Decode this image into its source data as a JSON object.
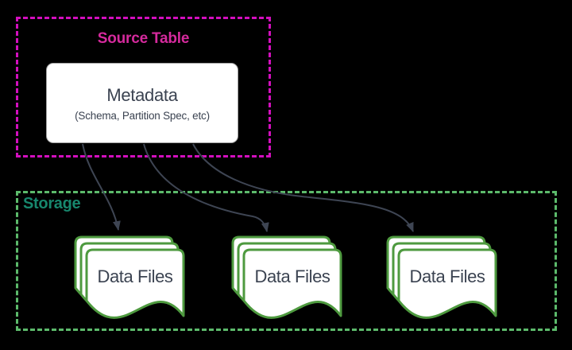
{
  "diagram": {
    "background_color": "#000000",
    "source_table": {
      "label": "Source Table",
      "label_color": "#d62a9d",
      "border_color": "#d30fbe",
      "metadata": {
        "title": "Metadata",
        "subtitle": "(Schema, Partition Spec, etc)",
        "fill_color": "#ffffff",
        "text_color": "#3b4351"
      }
    },
    "storage": {
      "label": "Storage",
      "label_color": "#17876d",
      "border_color": "#5cba6b",
      "file_border_color": "#4e9a3f",
      "data_files": [
        {
          "label": "Data Files"
        },
        {
          "label": "Data Files"
        },
        {
          "label": "Data Files"
        }
      ]
    },
    "arrows": {
      "color": "#3e4553",
      "count": 3
    }
  }
}
